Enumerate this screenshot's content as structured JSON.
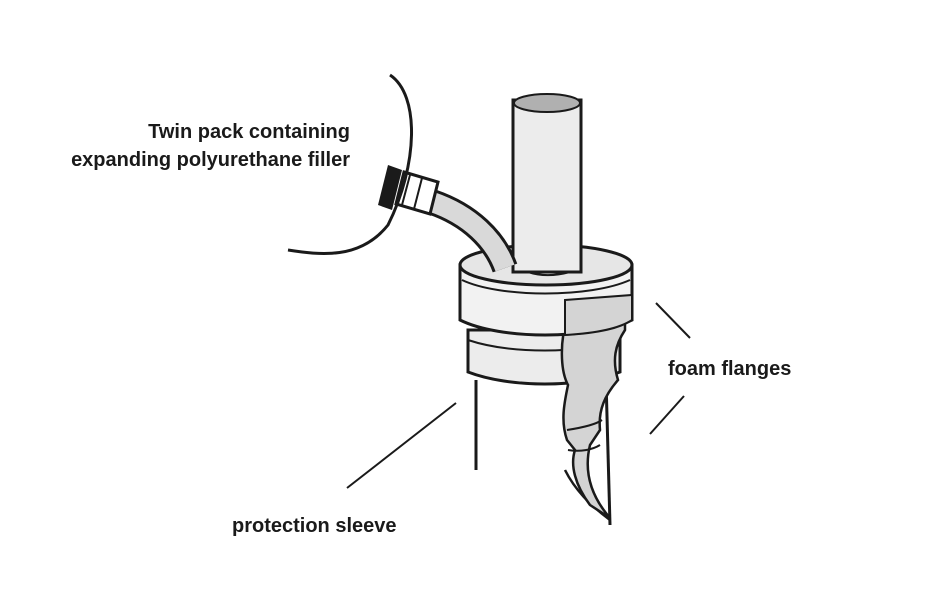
{
  "labels": {
    "twin_pack_line1": "Twin pack containing",
    "twin_pack_line2": "expanding polyurethane filler",
    "foam_flanges": "foam flanges",
    "protection_sleeve": "protection sleeve"
  },
  "colors": {
    "stroke": "#1a1a1a",
    "fill_light": "#ececec",
    "fill_mid": "#d4d4d4",
    "fill_dark": "#b0b0b0"
  }
}
